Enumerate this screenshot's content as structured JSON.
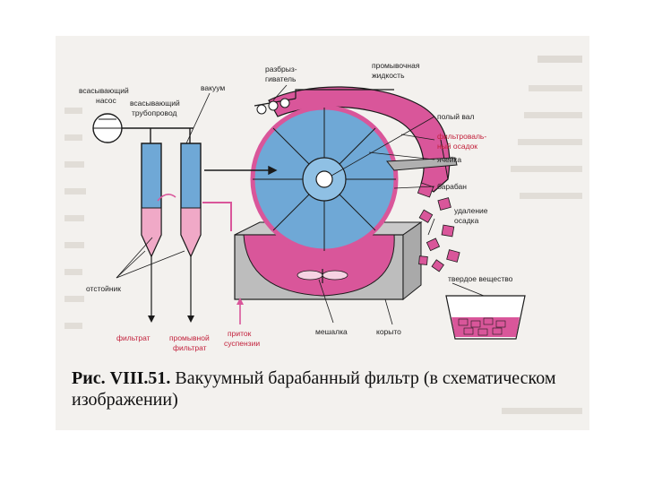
{
  "labels": {
    "suction_pump": [
      "всасывающий",
      "насос"
    ],
    "sprayer": [
      "разбрыз-",
      "гиватель"
    ],
    "wash_liquid": [
      "промывочная",
      "жидкость"
    ],
    "suction_pipe": [
      "всасывающий",
      "трубопровод"
    ],
    "vacuum": "вакуум",
    "hollow_shaft": "полый вал",
    "filter_cake": [
      "фильтроваль-",
      "ный осадок"
    ],
    "cell": "ячейка",
    "drum": "барабан",
    "cake_removal": [
      "удаление",
      "осадка"
    ],
    "settler": "отстойник",
    "solid": "твердое вещество",
    "filtrate": "фильтрат",
    "wash_filtrate": [
      "промывной",
      "фильтрат"
    ],
    "suspension_inflow": [
      "приток",
      "суспензии"
    ],
    "mixer": "мешалка",
    "trough": "корыто"
  },
  "caption": {
    "number": "Рис. VIII.51.",
    "text": "Вакуумный барабанный фильтр (в схематическом изображении)"
  },
  "colors": {
    "blue": "#6fa8d6",
    "pink": "#d9569a",
    "pink_light": "#f0a9c7",
    "red_text": "#c21f3a",
    "outline": "#1a1a1a"
  }
}
